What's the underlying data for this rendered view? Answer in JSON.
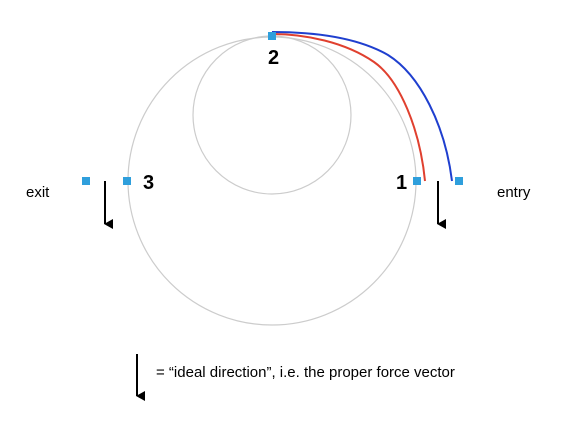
{
  "labels": {
    "exit": "exit",
    "entry": "entry",
    "point_1": "1",
    "point_2": "2",
    "point_3": "3"
  },
  "legend": {
    "text": "= “ideal direction”, i.e. the proper force vector"
  },
  "colors": {
    "circle": "#cccccc",
    "marker": "#2f9fdc",
    "red_path": "#e0402f",
    "blue_path": "#1f3fcf",
    "arrow": "#000000"
  }
}
